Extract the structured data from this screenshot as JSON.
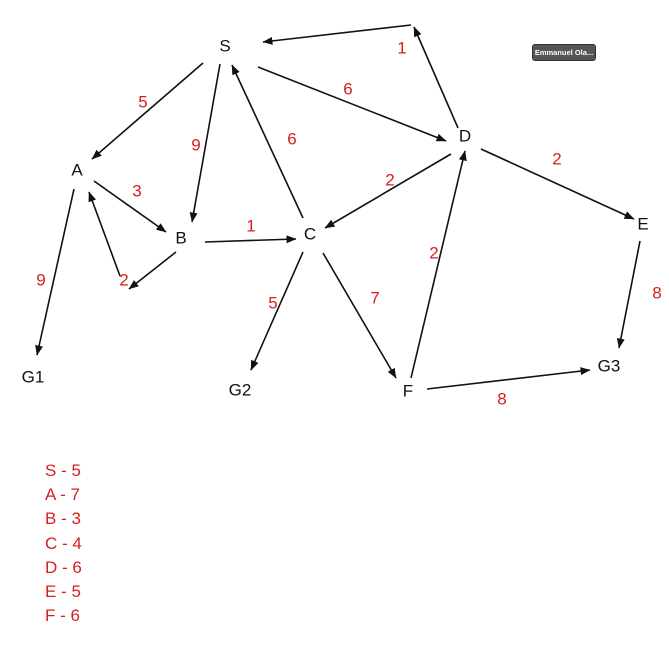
{
  "badge": {
    "text": "Emmanuel Ola..."
  },
  "graph": {
    "nodes": [
      {
        "id": "S",
        "label": "S"
      },
      {
        "id": "A",
        "label": "A"
      },
      {
        "id": "B",
        "label": "B"
      },
      {
        "id": "C",
        "label": "C"
      },
      {
        "id": "D",
        "label": "D"
      },
      {
        "id": "E",
        "label": "E"
      },
      {
        "id": "F",
        "label": "F"
      },
      {
        "id": "G1",
        "label": "G1"
      },
      {
        "id": "G2",
        "label": "G2"
      },
      {
        "id": "G3",
        "label": "G3"
      },
      {
        "id": "J",
        "label": ""
      }
    ],
    "edges": [
      {
        "from": "D",
        "to": "J",
        "weight": "1"
      },
      {
        "from": "J",
        "to": "S",
        "weight": ""
      },
      {
        "from": "S",
        "to": "A",
        "weight": "5"
      },
      {
        "from": "S",
        "to": "B",
        "weight": "9"
      },
      {
        "from": "S",
        "to": "D",
        "weight": "6"
      },
      {
        "from": "C",
        "to": "S",
        "weight": "6"
      },
      {
        "from": "A",
        "to": "B",
        "weight": "3"
      },
      {
        "from": "A",
        "to": "G1",
        "weight": "9"
      },
      {
        "from": "B",
        "to": "C",
        "weight": "1"
      },
      {
        "from": "B",
        "to": "P",
        "weight": "2"
      },
      {
        "from": "P",
        "to": "A",
        "weight": ""
      },
      {
        "from": "D",
        "to": "C",
        "weight": "2"
      },
      {
        "from": "D",
        "to": "E",
        "weight": "2"
      },
      {
        "from": "C",
        "to": "G2",
        "weight": "5"
      },
      {
        "from": "C",
        "to": "F",
        "weight": "7"
      },
      {
        "from": "F",
        "to": "D",
        "weight": "2"
      },
      {
        "from": "E",
        "to": "G3",
        "weight": "8"
      },
      {
        "from": "F",
        "to": "G3",
        "weight": "8"
      }
    ]
  },
  "heuristics": [
    {
      "label": "S - 5"
    },
    {
      "label": "A - 7"
    },
    {
      "label": "B - 3"
    },
    {
      "label": "C - 4"
    },
    {
      "label": "D - 6"
    },
    {
      "label": "E - 5"
    },
    {
      "label": "F - 6"
    }
  ]
}
